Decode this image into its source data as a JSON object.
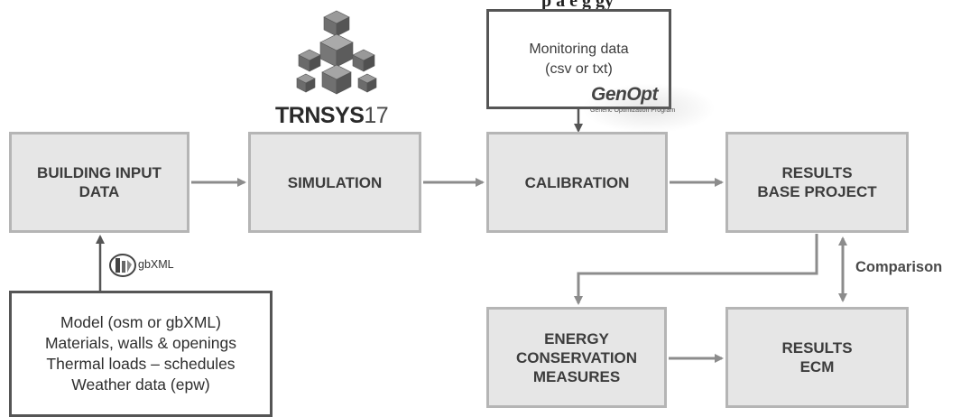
{
  "header_fragment": "p a e g gy",
  "boxes": {
    "building_input": "BUILDING INPUT\nDATA",
    "simulation": "SIMULATION",
    "calibration": "CALIBRATION",
    "results_base": "RESULTS\nBASE PROJECT",
    "ecm_measures": "ENERGY\nCONSERVATION\nMEASURES",
    "results_ecm": "RESULTS\nECM"
  },
  "monitoring": "Monitoring data\n(csv or txt)",
  "model_input": "Model (osm or gbXML)\nMaterials, walls & openings\nThermal loads – schedules\nWeather data (epw)",
  "labels": {
    "comparison": "Comparison",
    "gbxml": "gbXML"
  },
  "logos": {
    "trnsys_name": "TRNSYS",
    "trnsys_version": "17",
    "genopt_name": "GenOpt",
    "genopt_subtitle": "Generic Optimization Program"
  },
  "colors": {
    "box_fill": "#e6e6e6",
    "box_border": "#b5b5b5",
    "arrow": "#8c8c8c",
    "text": "#3c3c3c"
  }
}
